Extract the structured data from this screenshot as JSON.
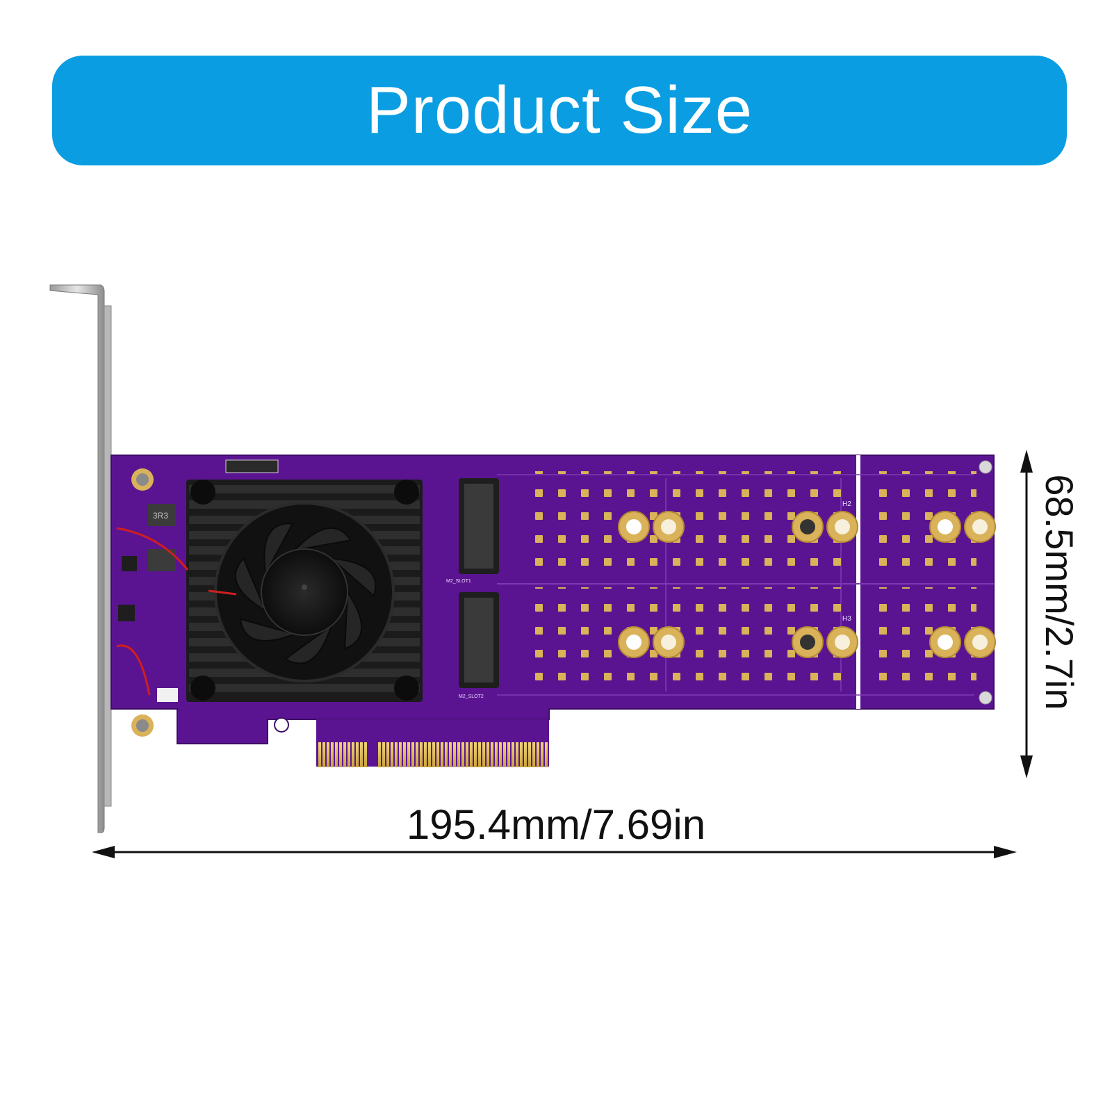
{
  "banner": {
    "title": "Product Size",
    "color": "#0a9de2"
  },
  "dimensions": {
    "width_label": "195.4mm/7.69in",
    "height_label": "68.5mm/2.7in"
  },
  "product": {
    "pcb_color": "#5b1491",
    "pcb_dark": "#3e0b66",
    "pad_color": "#d9b25a",
    "gold_finger_color": "#e3c457",
    "heatsink_color": "#1b1b1b",
    "bracket_color": "#c9c9c9",
    "board_labels": {
      "inductor": "3R3",
      "slot1": "M2_SLOT1",
      "slot2": "M2_SLOT2",
      "h2": "H2",
      "h3": "H3"
    }
  }
}
